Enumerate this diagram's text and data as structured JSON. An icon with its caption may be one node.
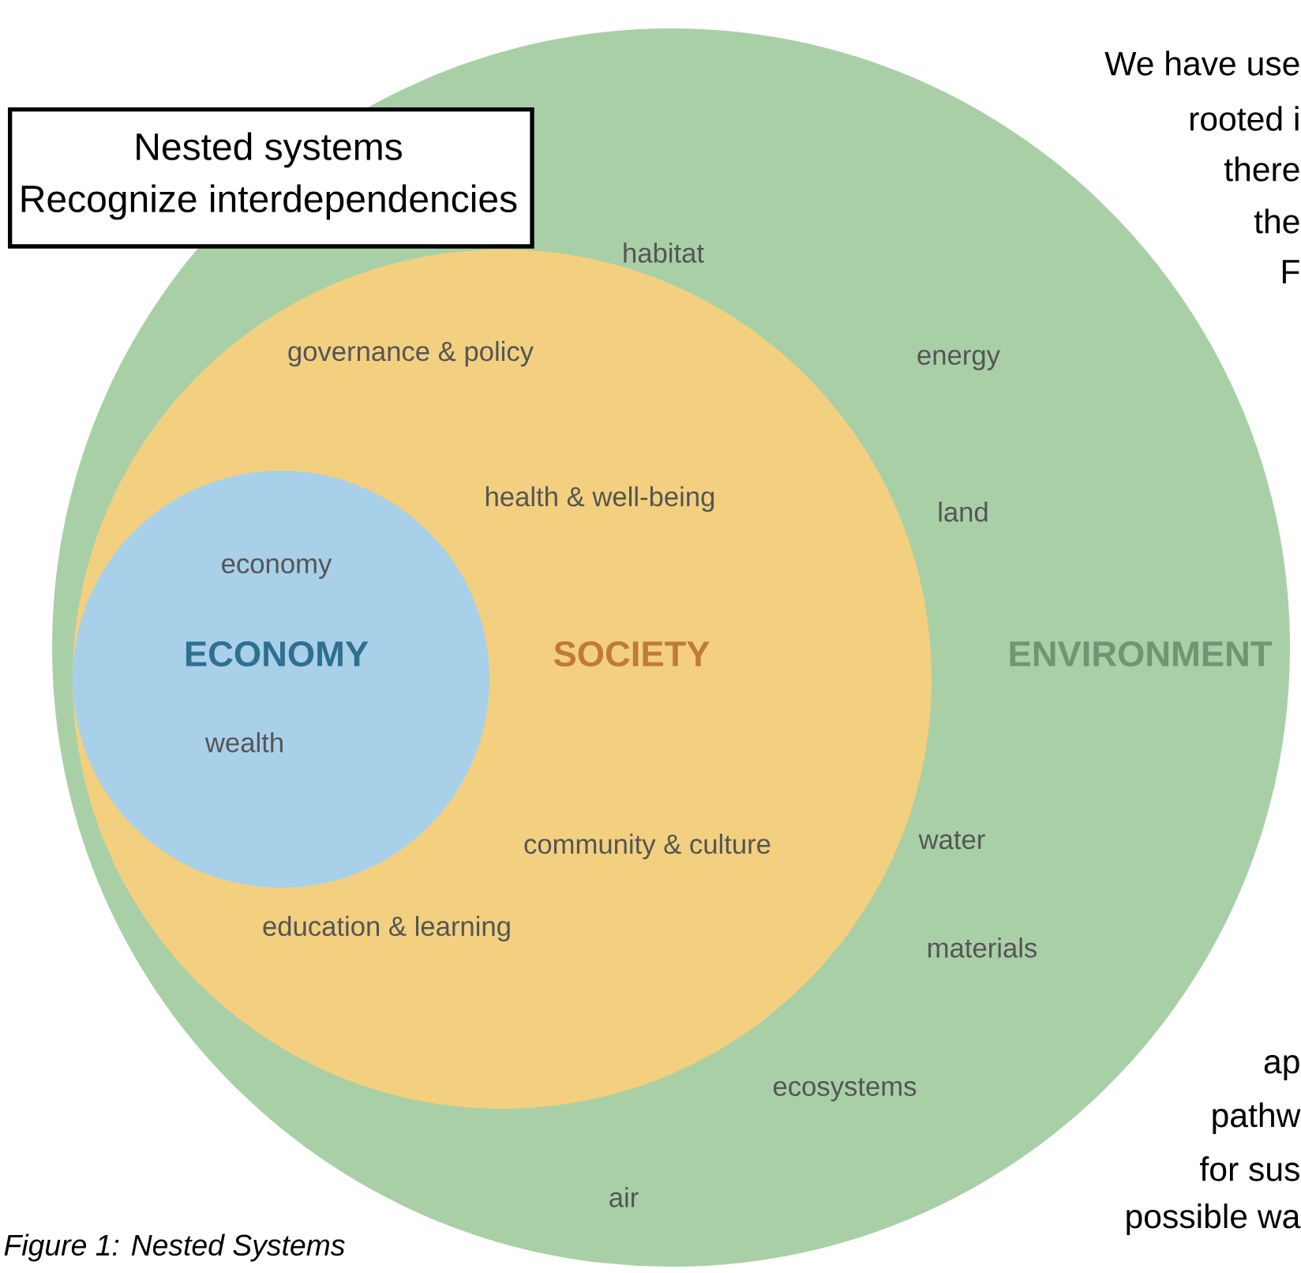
{
  "diagram": {
    "caption": "Figure 1: Nested Systems",
    "nodes": [
      {
        "text": [
          "Nested systems",
          "Recognize interdependencies"
        ]
      },
      {
        "text": [
          "habitat",
          "energy",
          "land",
          "ENVIRONMENT",
          "water",
          "materials",
          "ecosystems",
          "air"
        ]
      },
      {
        "text": [
          "governance & policy",
          "health & well-being",
          "SOCIETY",
          "community & culture",
          "education & learning"
        ],
        "in": 1
      },
      {
        "text": [
          "economy",
          "ECONOMY",
          "wealth"
        ],
        "in": 2
      }
    ],
    "labels": [
      "We have use",
      "rooted i",
      "there",
      "the",
      "F",
      "ap",
      "pathw",
      "for sus",
      "possible wa"
    ]
  }
}
